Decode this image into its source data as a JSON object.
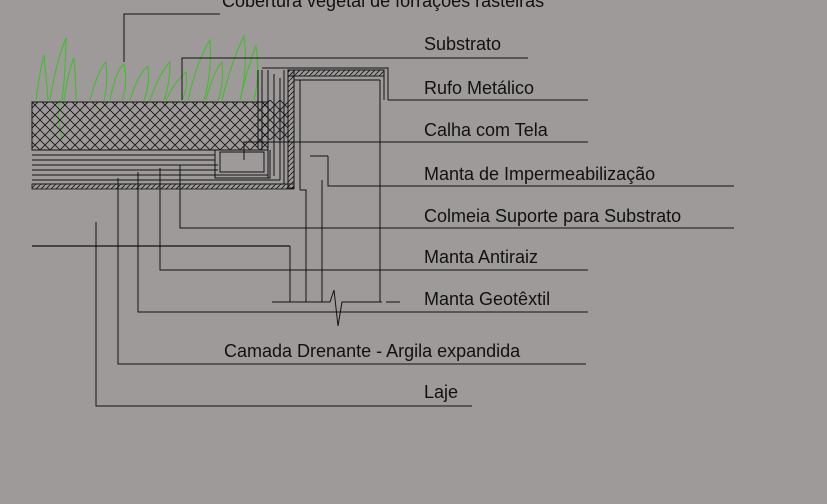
{
  "labels": {
    "cobertura": "Cobertura vegetal de forrações rasteiras",
    "substrato": "Substrato",
    "rufo": "Rufo Metálico",
    "calha": "Calha com Tela",
    "manta_imp": "Manta de Impermeabilização",
    "colmeia": "Colmeia Suporte para Substrato",
    "antiraiz": "Manta Antiraiz",
    "geotextil": "Manta Geotêxtil",
    "drenante": "Camada Drenante - Argila expandida",
    "laje": "Laje"
  },
  "colors": {
    "background": "#9f9a9a",
    "line": "#111111",
    "grass": "#3fbf2a"
  }
}
